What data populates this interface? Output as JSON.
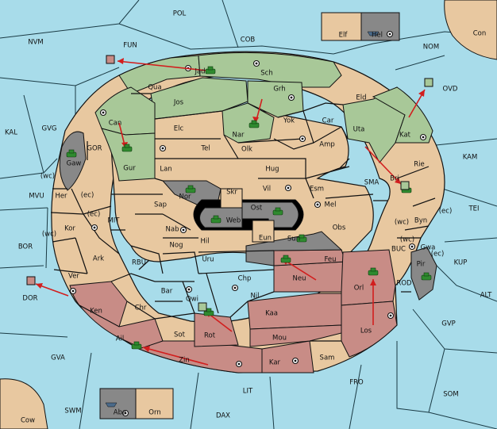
{
  "game": {
    "colors": {
      "sea": "#a8dcea",
      "neutral": "#e8c8a0",
      "green": "#a8c898",
      "red": "#c88c86",
      "impassable": "#888888",
      "hole": "#000000",
      "arrow": "#d21e1e",
      "unit": "#2f8a2f",
      "fleet": "#4a6a8a"
    },
    "sea_regions": {
      "POL": "POL",
      "COB": "COB",
      "NVM": "NVM",
      "FUN": "FUN",
      "NOM": "NOM",
      "OVD": "OVD",
      "KAL": "KAL",
      "GVG": "GVG",
      "GOR": "GOR",
      "KAM": "KAM",
      "MVU": "MVU",
      "MIT": "MIT",
      "SMA": "SMA",
      "TEI": "TEI",
      "BOR": "BOR",
      "RBU": "RBU",
      "BUC": "BUC",
      "KUP": "KUP",
      "ROD": "ROD",
      "ALT": "ALT",
      "DOR": "DOR",
      "GVP": "GVP",
      "GVA": "GVA",
      "FRO": "FRO",
      "SOM": "SOM",
      "LIT": "LIT",
      "SWM": "SWM",
      "DAX": "DAX",
      "Con": "Con",
      "Cow": "Cow"
    },
    "provinces": {
      "Jad": "Jad",
      "Sch": "Sch",
      "Qua": "Qua",
      "Jos": "Jos",
      "Grh": "Grh",
      "Eld": "Eld",
      "Can": "Can",
      "Nar": "Nar",
      "Yok": "Yok",
      "Car": "Car",
      "Uta": "Uta",
      "Kat": "Kat",
      "Elc": "Elc",
      "Tel": "Tel",
      "Olk": "Olk",
      "Amp": "Amp",
      "Gur": "Gur",
      "Lan": "Lan",
      "Hug": "Hug",
      "Rie": "Rie",
      "Bri": "Bri",
      "Gaw": "Gaw",
      "Nor": "Nor",
      "Skr": "Skr",
      "Vil": "Vil",
      "Esm": "Esm",
      "Her": "Her",
      "Sap": "Sap",
      "Ost": "Ost",
      "Mel": "Mel",
      "Byn": "Byn",
      "Kor": "Kor",
      "Web": "Web",
      "Nab": "Nab",
      "Eun": "Eun",
      "Obs": "Obs",
      "Gwa": "Gwa",
      "Hil": "Hil",
      "Sun": "Sun",
      "Ark": "Ark",
      "Nog": "Nog",
      "Uru": "Uru",
      "Feu": "Feu",
      "Pir": "Pir",
      "Ver": "Ver",
      "Neu": "Neu",
      "Chp": "Chp",
      "Orl": "Orl",
      "Bar": "Bar",
      "Qwi": "Qwi",
      "Nil": "Nil",
      "Chr": "Chr",
      "Ken": "Ken",
      "Kaa": "Kaa",
      "Rot": "Rot",
      "Sot": "Sot",
      "Los": "Los",
      "Ail": "Ail",
      "Mou": "Mou",
      "Sam": "Sam",
      "Zin": "Zin",
      "Kar": "Kar",
      "Elf": "Elf",
      "Hel": "Hel",
      "Aba": "Aba",
      "Orn": "Orn"
    },
    "coasts": {
      "wc": "(wc)",
      "ec": "(ec)"
    }
  }
}
